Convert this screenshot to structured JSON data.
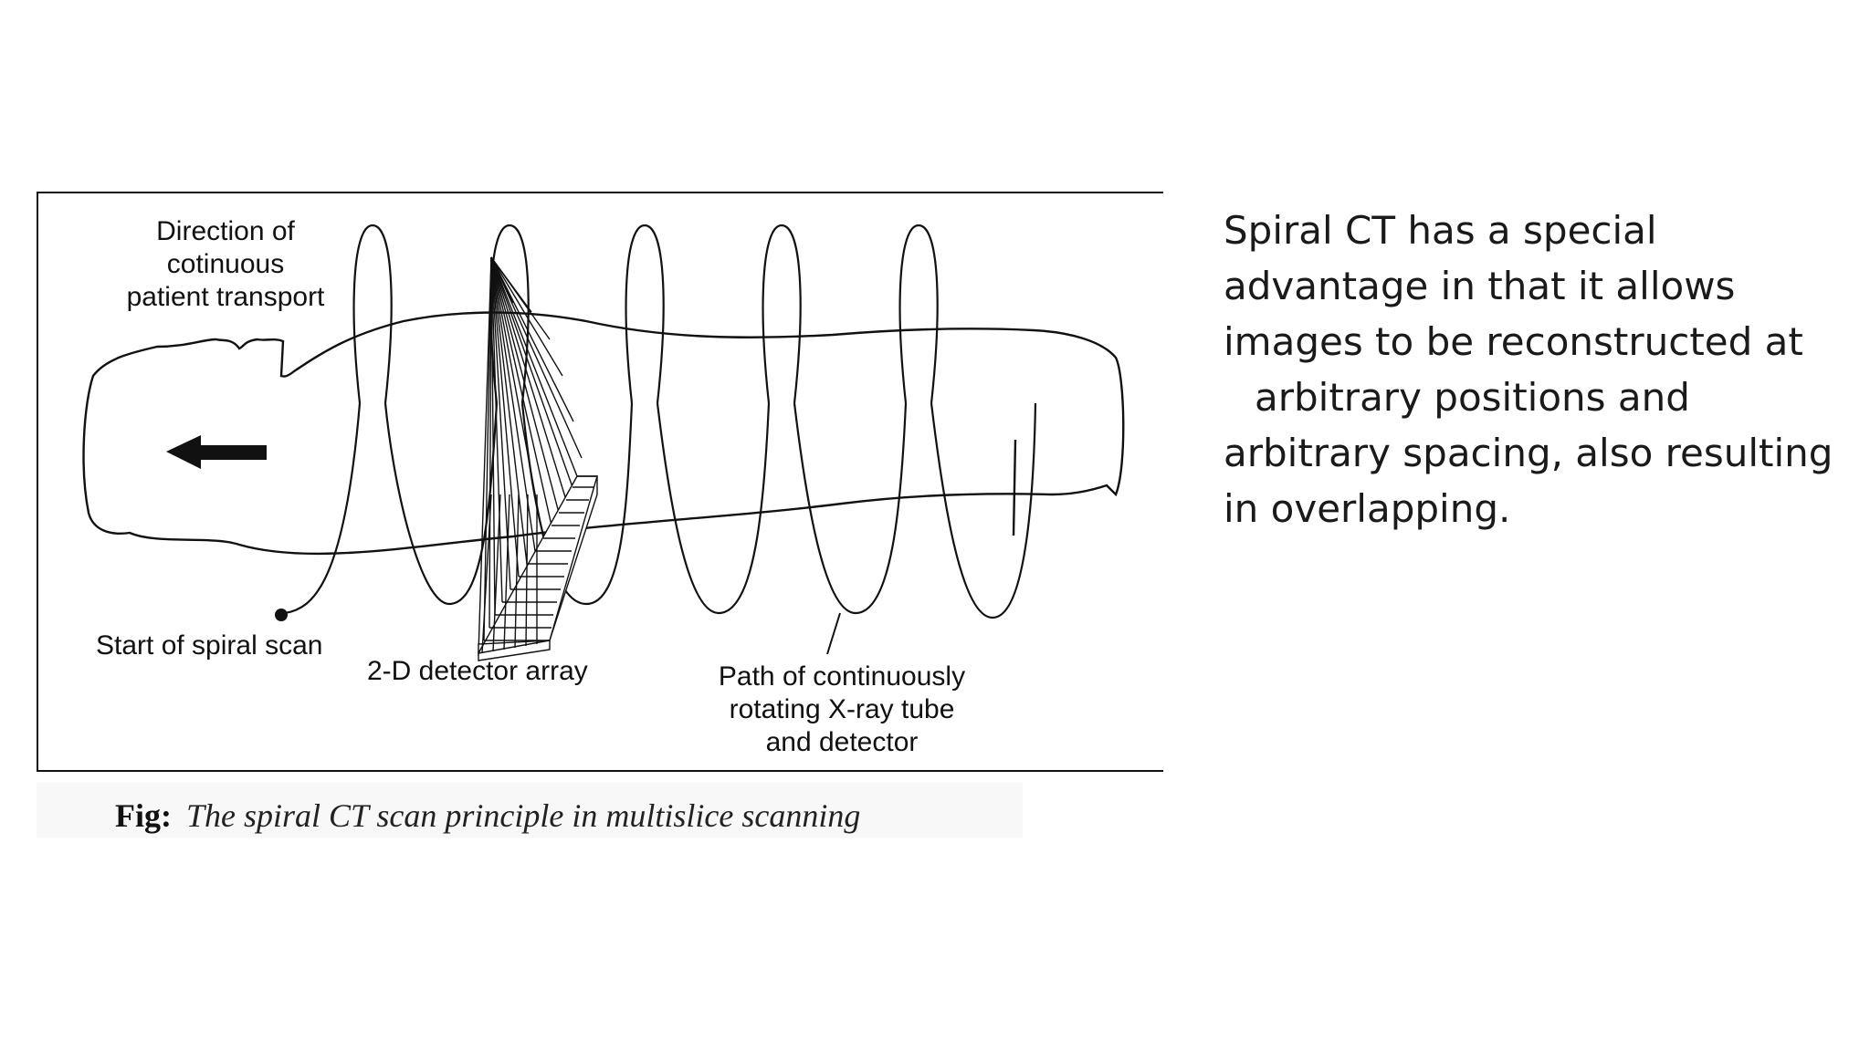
{
  "figure": {
    "labels": {
      "direction": [
        "Direction of",
        "cotinuous",
        "patient transport"
      ],
      "start": "Start of spiral scan",
      "detector": "2-D detector array",
      "path": [
        "Path of continuously",
        "rotating X-ray tube",
        "and detector"
      ]
    },
    "caption": {
      "prefix": "Fig:",
      "text": "The spiral CT scan principle in multislice scanning"
    }
  },
  "description": {
    "lines": [
      "Spiral CT has a special",
      "advantage in that it allows",
      "images to be reconstructed at",
      "arbitrary positions and",
      "arbitrary spacing, also resulting",
      "in overlapping."
    ]
  },
  "colors": {
    "line": "#111111",
    "background": "#ffffff"
  }
}
